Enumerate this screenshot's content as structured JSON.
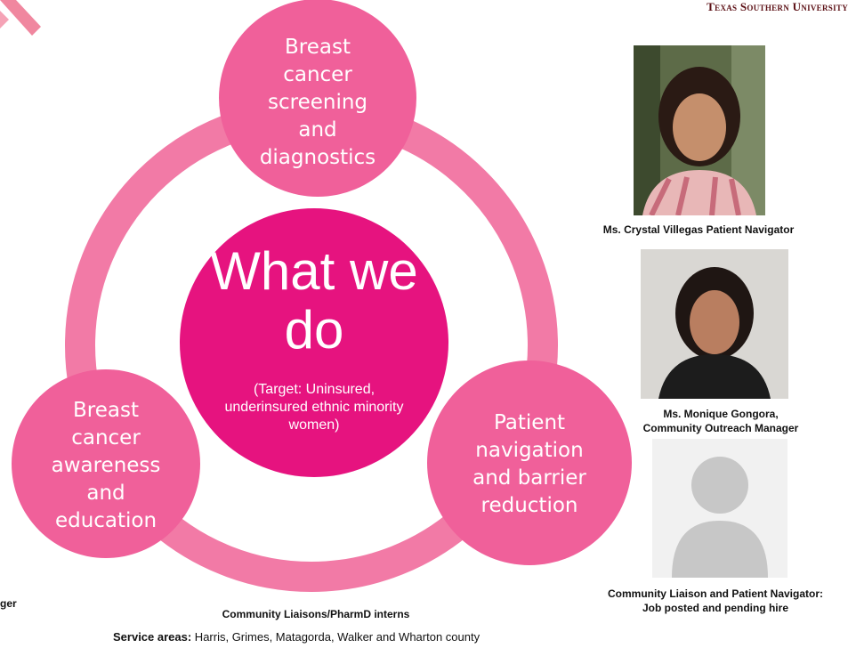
{
  "header": {
    "university": "Texas Southern University"
  },
  "diagram": {
    "top_bubble": "Breast cancer screening and diagnostics",
    "left_bubble": "Breast cancer awareness and education",
    "right_bubble": "Patient navigation and barrier reduction",
    "center_title": "What we do",
    "center_target": "(Target: Uninsured, underinsured ethnic minority women)"
  },
  "staff": [
    {
      "caption": "Ms. Crystal Villegas Patient Navigator"
    },
    {
      "caption_line1": "Ms. Monique Gongora,",
      "caption_line2": "Community Outreach Manager"
    },
    {
      "caption_line1": "Community Liaison and Patient Navigator:",
      "caption_line2": "Job posted and pending hire"
    }
  ],
  "footer": {
    "left_fragment": "ger",
    "liaisons": "Community Liaisons/PharmD interns",
    "service_label": "Service areas:",
    "service_value": " Harris, Grimes, Matagorda, Walker and Wharton county"
  },
  "colors": {
    "ring": "#f27aa6",
    "bubble": "#f0609a",
    "center": "#e6137f",
    "ribbon": "#f0879f"
  }
}
